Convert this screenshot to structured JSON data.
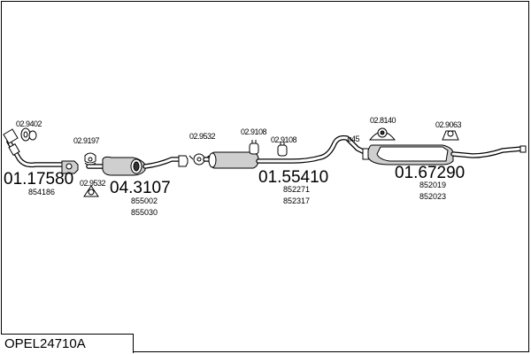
{
  "reference": "OPEL24710A",
  "parts": {
    "p1": {
      "main": "01.17580",
      "sub": [
        "854186"
      ]
    },
    "p2": {
      "main": "04.3107",
      "sub": [
        "855002",
        "855030"
      ]
    },
    "p3": {
      "main": "01.55410",
      "sub": [
        "852271",
        "852317"
      ]
    },
    "p4": {
      "main": "01.67290",
      "sub": [
        "852019",
        "852023"
      ]
    }
  },
  "fittings": [
    "02.9402",
    "02.9197",
    "02.9532",
    "02.9532",
    "02.9108",
    "02.9108",
    "02.8140",
    "02.9063"
  ],
  "pipe_size": "ø45"
}
